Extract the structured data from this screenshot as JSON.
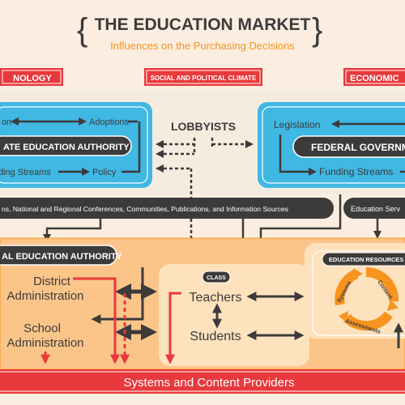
{
  "header": {
    "title": "THE EDUCATION MARKET",
    "subtitle": "Influences on the Purchasing Decisions"
  },
  "banners": {
    "left": "NOLOGY",
    "center": "SOCIAL AND POLITICAL CLIMATE",
    "right": "ECONOMIC"
  },
  "state_box": {
    "title": "ATE EDUCATION AUTHORITY",
    "top_left": "on",
    "adoptions": "Adoptions",
    "funding_streams": "ding Streams",
    "policy": "Policy"
  },
  "federal_box": {
    "title": "FEDERAL GOVERNMENT",
    "legislation": "Legislation",
    "funding_streams": "Funding Streams"
  },
  "lobbyists": "LOBBYISTS",
  "info_bar": "ns, National and Regional Conferences, Communities, Publications, and Information Sources",
  "edu_services": "Education Serv",
  "local": {
    "title": "AL EDUCATION AUTHORITY",
    "district_line1": "District",
    "district_line2": "Administration",
    "school_line1": "School",
    "school_line2": "Administration"
  },
  "class": {
    "label": "CLASS",
    "teachers": "Teachers",
    "students": "Students"
  },
  "resources": {
    "title": "EDUCATION RESOURCES",
    "systems": "Systems",
    "content": "Content",
    "assessments": "Assessments"
  },
  "footer": "Systems and Content Providers",
  "colors": {
    "orange": "#f7931e",
    "red": "#e8393c",
    "blue": "#3fb8e4",
    "dark": "#3d3a3a",
    "panel": "#f5f0e4"
  }
}
